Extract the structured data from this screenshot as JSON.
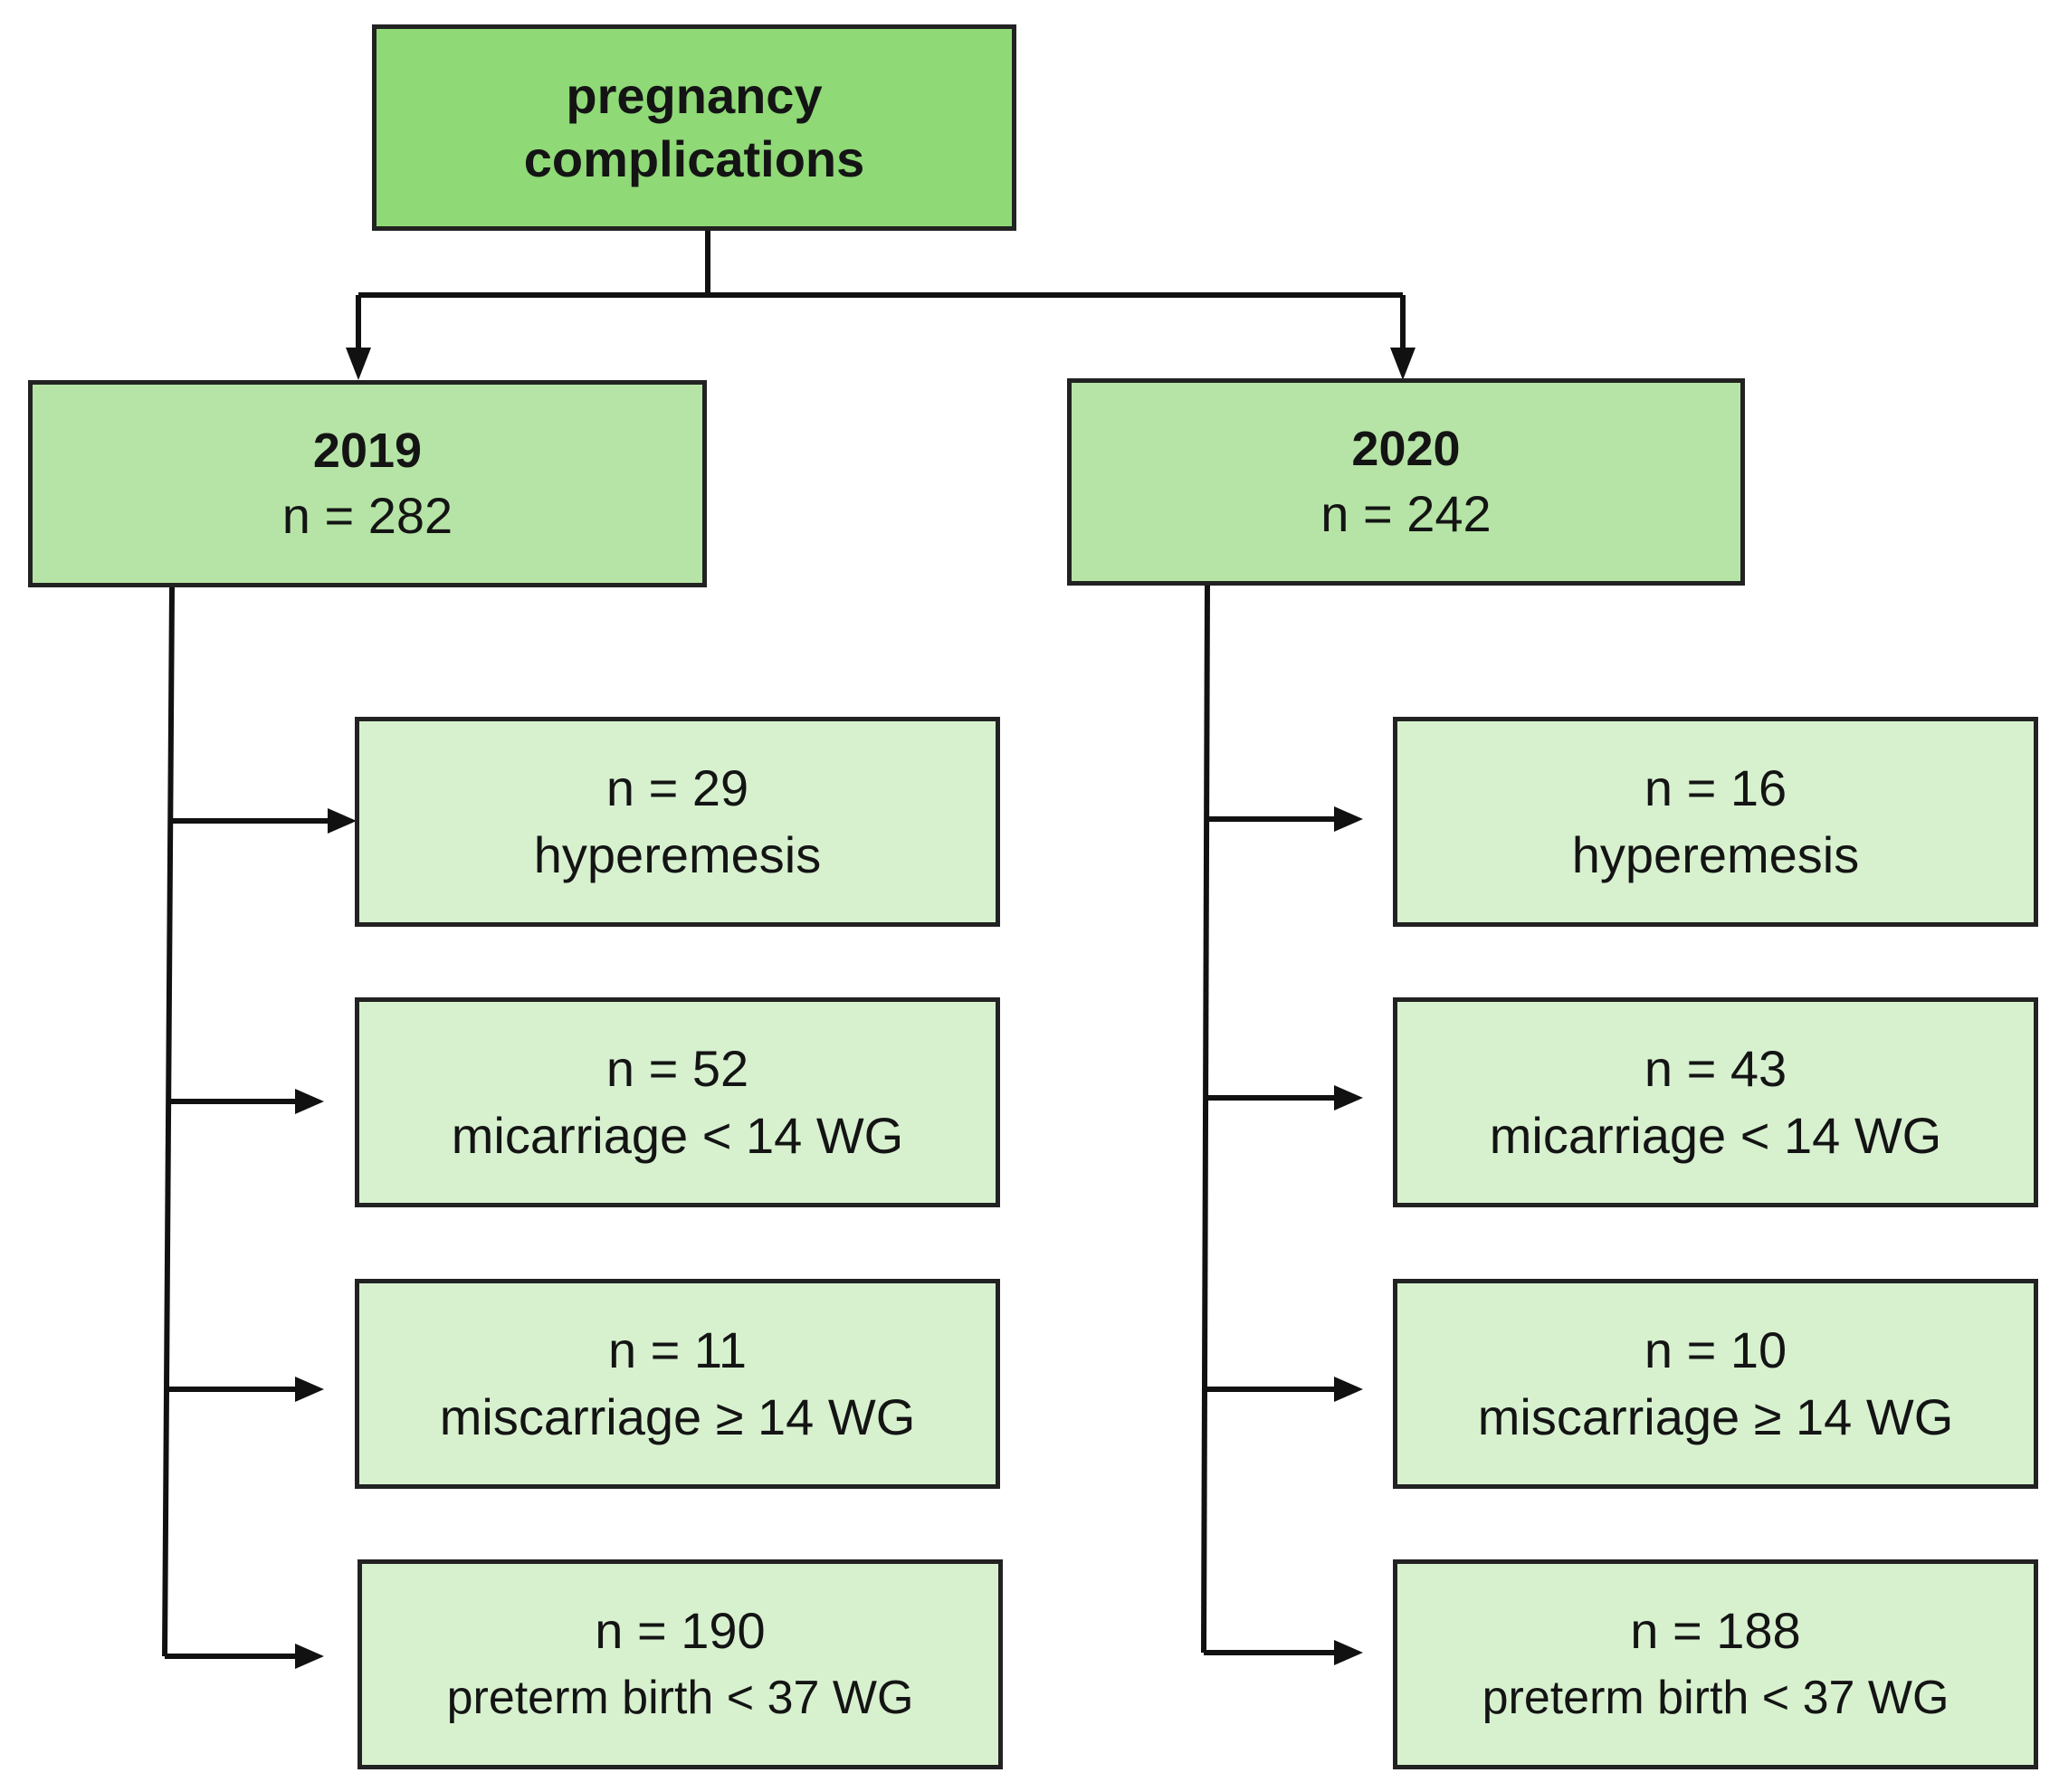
{
  "root": {
    "title_line1": "pregnancy",
    "title_line2": "complications"
  },
  "groups": [
    {
      "year": "2019",
      "n": "n = 282",
      "outcomes": [
        {
          "n": "n = 29",
          "label": "hyperemesis"
        },
        {
          "n": "n = 52",
          "label": "micarriage < 14 WG"
        },
        {
          "n": "n = 11",
          "label": "miscarriage ≥ 14 WG"
        },
        {
          "n": "n = 190",
          "label": "preterm birth < 37 WG"
        }
      ]
    },
    {
      "year": "2020",
      "n": "n = 242",
      "outcomes": [
        {
          "n": "n = 16",
          "label": "hyperemesis"
        },
        {
          "n": "n = 43",
          "label": "micarriage < 14 WG"
        },
        {
          "n": "n = 10",
          "label": "miscarriage ≥ 14 WG"
        },
        {
          "n": "n = 188",
          "label": "preterm birth < 37 WG"
        }
      ]
    }
  ],
  "colors": {
    "root_fill": "#8fd977",
    "year_fill": "#b6e4a6",
    "leaf_fill": "#d7f1cf",
    "stroke": "#111111"
  }
}
